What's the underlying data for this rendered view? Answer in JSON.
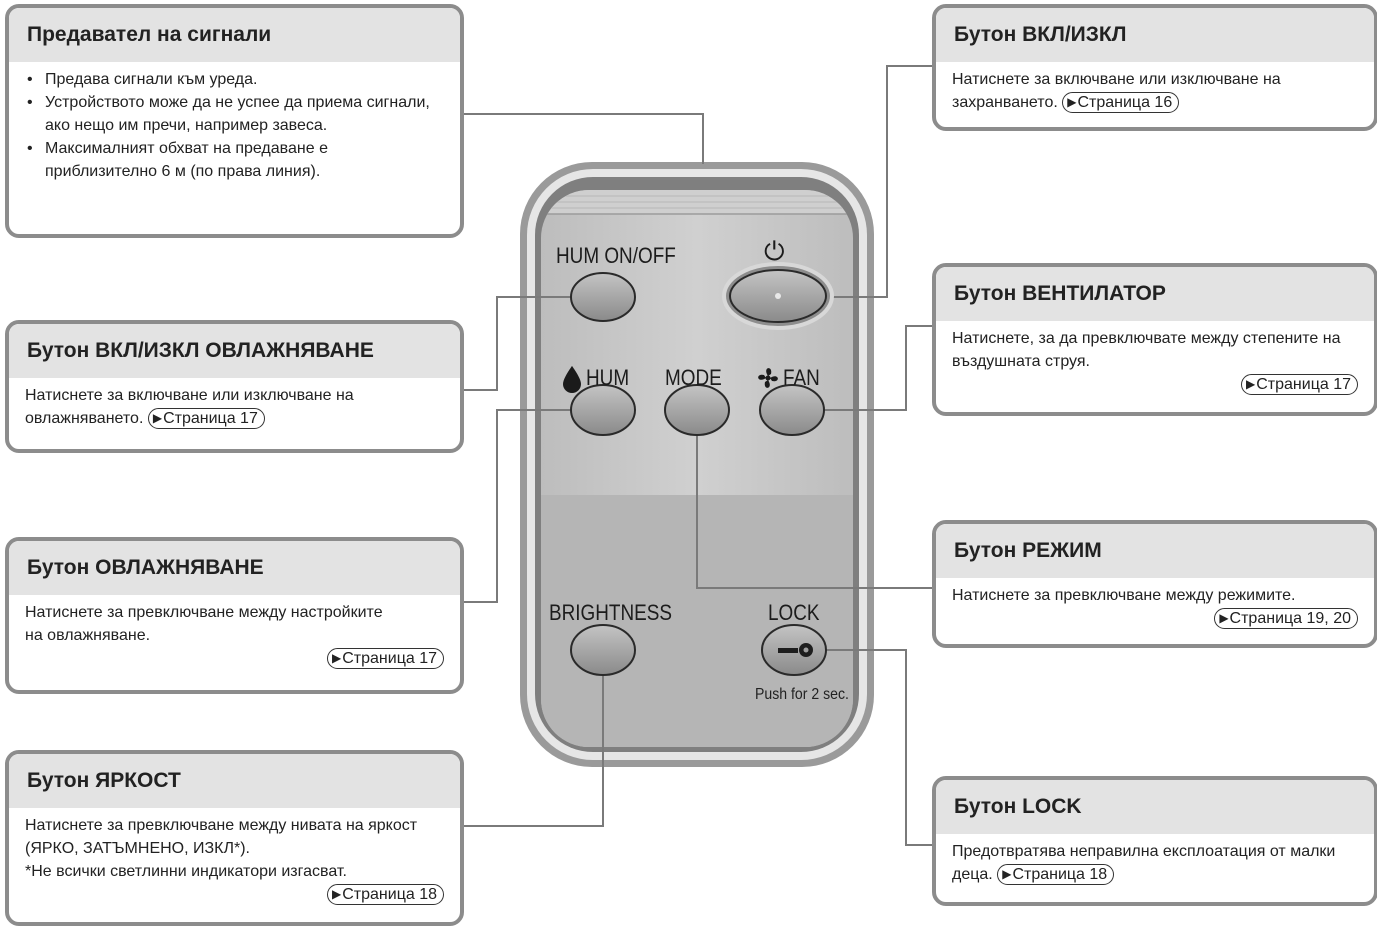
{
  "callouts": {
    "transmitter": {
      "title": "Предавател на сигнали",
      "bullets": [
        "Предава сигнали към уреда.",
        "Устройството може да не успее да приема сигнали, ако нещо им пречи, например завеса.",
        "Максималният обхват на предаване е приблизително 6 м (по права линия)."
      ]
    },
    "power": {
      "title": "Бутон ВКЛ/ИЗКЛ",
      "text": "Натиснете за включване или изключване на захранването.",
      "ref": "Страница 16"
    },
    "hum_onoff": {
      "title": "Бутон ВКЛ/ИЗКЛ ОВЛАЖНЯВАНЕ",
      "text": "Натиснете за включване или изключване на овлажняването.",
      "ref": "Страница 17"
    },
    "fan": {
      "title": "Бутон ВЕНТИЛАТОР",
      "text": "Натиснете, за да превключвате между степените на въздушната струя.",
      "ref": "Страница 17"
    },
    "hum": {
      "title": "Бутон ОВЛАЖНЯВАНЕ",
      "text": "Натиснете за превключване между настройките на овлажняване.",
      "ref": "Страница 17"
    },
    "mode": {
      "title": "Бутон РЕЖИМ",
      "text": "Натиснете за превключване между режимите.",
      "ref": "Страница 19, 20"
    },
    "brightness": {
      "title": "Бутон ЯРКОСТ",
      "text": "Натиснете за превключване между нивата на яркост (ЯРКО, ЗАТЪМНЕНО, ИЗКЛ*).",
      "note": "*Не всички светлинни индикатори изгасват.",
      "ref": "Страница 18"
    },
    "lock": {
      "title": "Бутон LOCK",
      "text": "Предотвратява неправилна експлоатация от малки деца.",
      "ref": "Страница 18"
    }
  },
  "remote": {
    "labels": {
      "hum_onoff": "HUM ON/OFF",
      "power_symbol": "⏻",
      "hum": "HUM",
      "mode": "MODE",
      "fan": "FAN",
      "brightness": "BRIGHTNESS",
      "lock": "LOCK",
      "lock_hint": "Push for 2 sec."
    }
  },
  "ref_arrow": "▶",
  "colors": {
    "frame": "#8c8c8c",
    "header": "#e3e3e3",
    "remote_body": "#c6c6c6",
    "remote_lower": "#b3b3b3",
    "button": "#9e9e9e"
  }
}
